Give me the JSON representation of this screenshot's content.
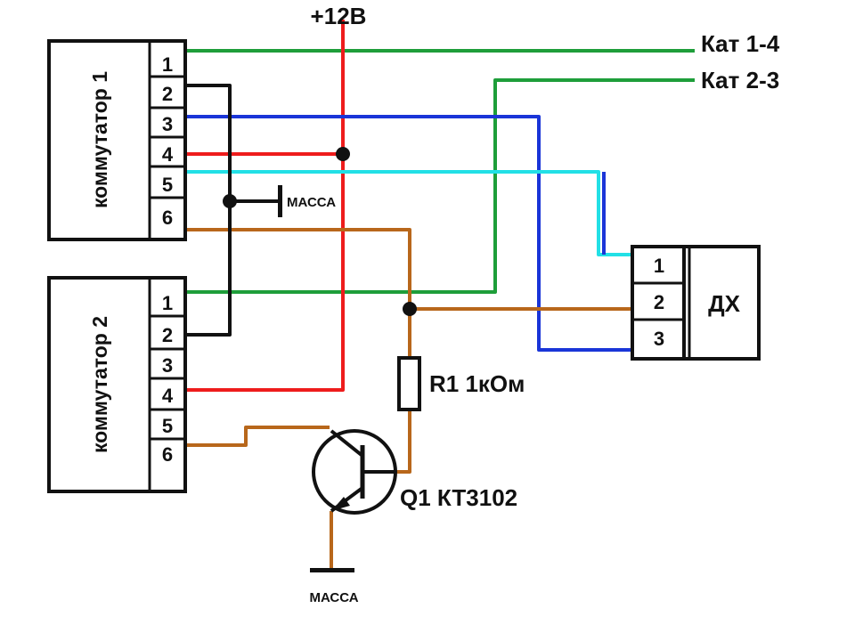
{
  "supply": {
    "label": "+12В"
  },
  "outputs": {
    "kat14": "Кат 1-4",
    "kat23": "Кат 2-3"
  },
  "ground": {
    "label_top": "МАССА",
    "label_bottom": "МАССА"
  },
  "switch1": {
    "title": "коммутатор 1",
    "pins": [
      "1",
      "2",
      "3",
      "4",
      "5",
      "6"
    ]
  },
  "switch2": {
    "title": "коммутатор 2",
    "pins": [
      "1",
      "2",
      "3",
      "4",
      "5",
      "6"
    ]
  },
  "sensor": {
    "title": "ДХ",
    "pins": [
      "1",
      "2",
      "3"
    ]
  },
  "resistor": {
    "label": "R1 1кОм"
  },
  "transistor": {
    "label": "Q1 КТ3102"
  },
  "colors": {
    "green": "#1e9e3a",
    "red": "#ee1c1c",
    "blue": "#1a35d8",
    "cyan": "#22e0e6",
    "brown": "#b8671b",
    "black": "#111111"
  }
}
